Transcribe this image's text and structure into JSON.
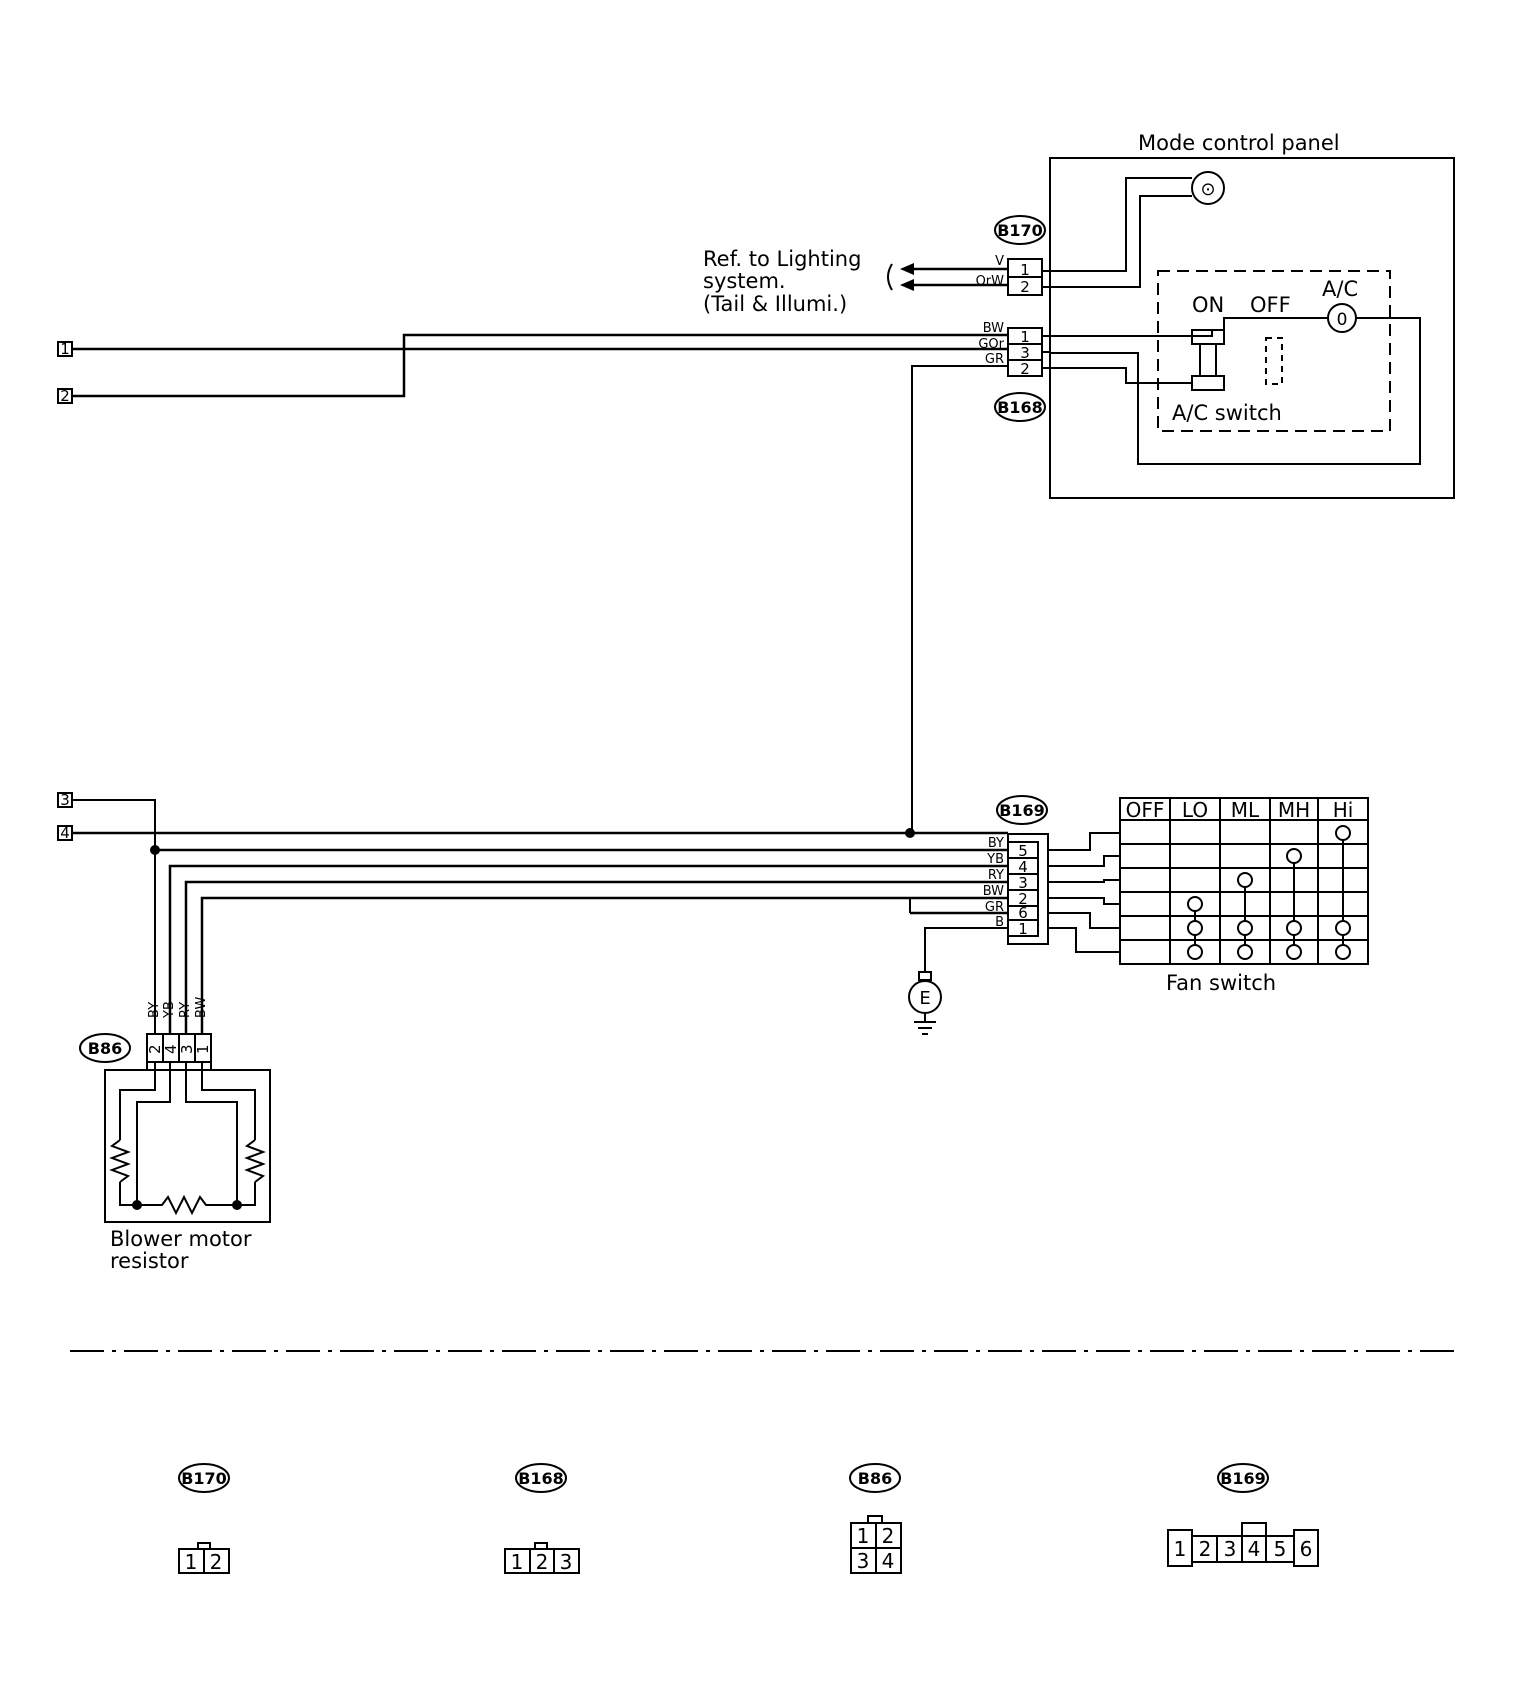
{
  "mode_panel": {
    "title": "Mode control panel",
    "ac_switch_label": "A/C switch",
    "on_label": "ON",
    "off_label": "OFF",
    "ac_indicator_label": "A/C",
    "lamp_symbol": "⊙",
    "indicator_symbol": "0"
  },
  "lighting_ref": {
    "line1": "Ref. to Lighting",
    "line2": "system.",
    "line3": "(Tail & Illumi.)"
  },
  "connectors": {
    "b170": {
      "id": "B170",
      "wires": [
        "V",
        "OrW"
      ],
      "pins": [
        "1",
        "2"
      ]
    },
    "b168": {
      "id": "B168",
      "wires": [
        "BW",
        "GOr",
        "GR"
      ],
      "pins": [
        "1",
        "3",
        "2"
      ]
    },
    "b169": {
      "id": "B169",
      "wires": [
        "BY",
        "YB",
        "RY",
        "BW",
        "GR",
        "B"
      ],
      "pins": [
        "5",
        "4",
        "3",
        "2",
        "6",
        "1"
      ]
    },
    "b86": {
      "id": "B86",
      "wires": [
        "BY",
        "YB",
        "RY",
        "BW"
      ],
      "pins": [
        "2",
        "4",
        "3",
        "1"
      ]
    }
  },
  "offpage_refs": [
    "1",
    "2",
    "3",
    "4"
  ],
  "fan_switch": {
    "label": "Fan switch",
    "positions": [
      "OFF",
      "LO",
      "ML",
      "MH",
      "Hi"
    ]
  },
  "ground": {
    "symbol": "E"
  },
  "blower_resistor": {
    "line1": "Blower motor",
    "line2": "resistor"
  },
  "connector_views": [
    {
      "id": "B170",
      "pins": [
        "1",
        "2"
      ]
    },
    {
      "id": "B168",
      "pins": [
        "1",
        "2",
        "3"
      ]
    },
    {
      "id": "B86",
      "pins_top": [
        "1",
        "2"
      ],
      "pins_bottom": [
        "3",
        "4"
      ]
    },
    {
      "id": "B169",
      "pins": [
        "1",
        "2",
        "3",
        "4",
        "5",
        "6"
      ]
    }
  ]
}
